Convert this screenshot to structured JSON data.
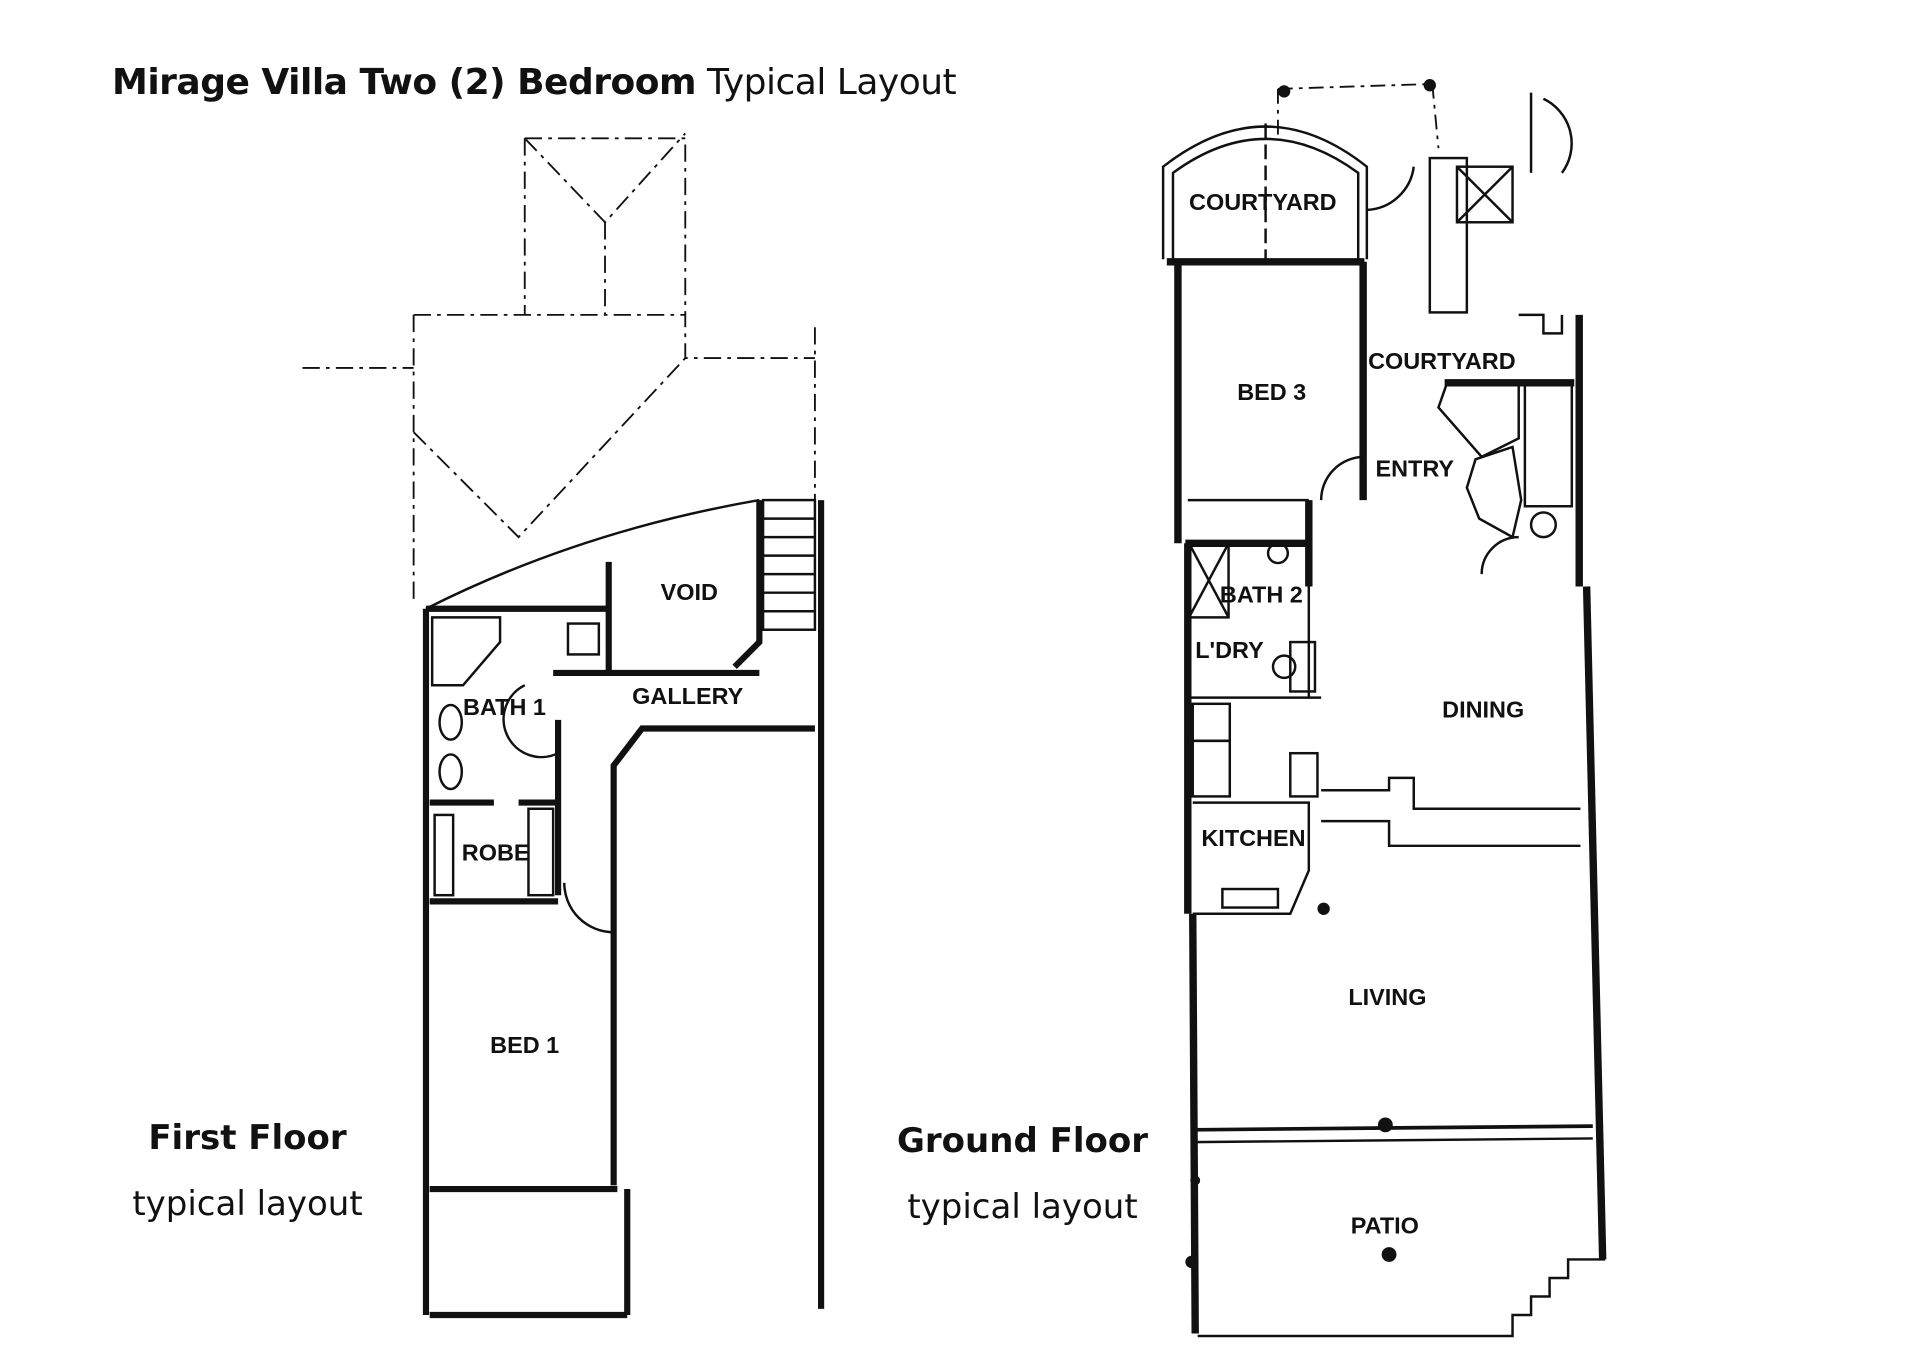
{
  "title": {
    "bold": "Mirage Villa Two (2) Bedroom",
    "regular": "Typical Layout"
  },
  "first_floor": {
    "heading": "First Floor",
    "subheading": "typical layout",
    "rooms": [
      "VOID",
      "BATH 1",
      "GALLERY",
      "ROBE",
      "BED 1"
    ]
  },
  "ground_floor": {
    "heading": "Ground Floor",
    "subheading": "typical layout",
    "rooms": [
      "COURTYARD",
      "BED 3",
      "COURTYARD",
      "ENTRY",
      "BATH 2",
      "L'DRY",
      "DINING",
      "KITCHEN",
      "LIVING",
      "PATIO"
    ]
  }
}
